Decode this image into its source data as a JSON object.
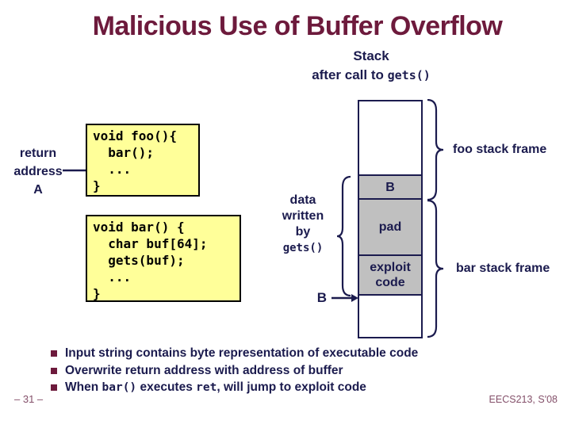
{
  "slide": {
    "title": "Malicious Use of Buffer Overflow",
    "subtitle": {
      "line1": "Stack",
      "line2_text": "after call to ",
      "line2_code": "gets()"
    },
    "page_number": "– 31 –",
    "course_footer": "EECS213, S'08"
  },
  "diagram": {
    "return_address_label": {
      "line1": "return",
      "line2": "address",
      "line3": "A"
    },
    "code_foo": "void foo(){\n  bar();\n  ...\n}",
    "code_bar": "void bar() {\n  char buf[64];\n  gets(buf);\n  ...\n}",
    "data_written_label": {
      "line1": "data",
      "line2": "written",
      "line3": "by",
      "line4": "gets()"
    },
    "stack": {
      "cell_top": "",
      "cell_b": "B",
      "cell_pad": "pad",
      "cell_exploit": "exploit\ncode",
      "cell_bottom": ""
    },
    "foo_frame_label": "foo stack frame",
    "bar_frame_label": "bar stack frame",
    "b_pointer_label": "B"
  },
  "bullets": {
    "item1": "Input string contains byte representation of executable code",
    "item2": "Overwrite return address with address of buffer",
    "item3_part1": "When ",
    "item3_code1": "bar()",
    "item3_part2": " executes ",
    "item3_code2": "ret",
    "item3_part3": ", will jump to exploit code"
  },
  "colors": {
    "title_maroon": "#6d1a3c",
    "text_navy": "#1b1b4e",
    "code_box_yellow": "#ffff99",
    "stack_cell_gray": "#c0c0c0",
    "footer_mauve": "#84506a"
  }
}
